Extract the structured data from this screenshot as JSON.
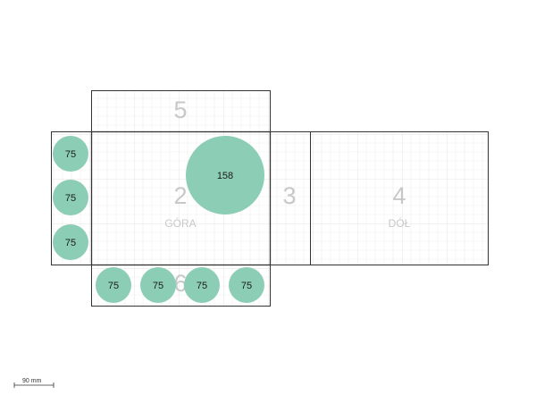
{
  "colors": {
    "outline": "#333333",
    "grid_minor": "#efefef",
    "grid_major": "#dedede",
    "panel_text": "#c8c8c8",
    "hole_fill": "#8ccdb6",
    "hole_text": "#1a1a1a"
  },
  "panels": {
    "p5": {
      "number": "5"
    },
    "p2": {
      "number": "2",
      "label": "GÓRA"
    },
    "p3": {
      "number": "3"
    },
    "p4": {
      "number": "4",
      "label": "DÓŁ"
    },
    "p6": {
      "number": "6"
    }
  },
  "holes": {
    "big": {
      "value": "158"
    },
    "left_1": {
      "value": "75"
    },
    "left_2": {
      "value": "75"
    },
    "left_3": {
      "value": "75"
    },
    "bottom_1": {
      "value": "75"
    },
    "bottom_2": {
      "value": "75"
    },
    "bottom_3": {
      "value": "75"
    },
    "bottom_4": {
      "value": "75"
    }
  },
  "scale_bar": {
    "label": "90 mm"
  }
}
